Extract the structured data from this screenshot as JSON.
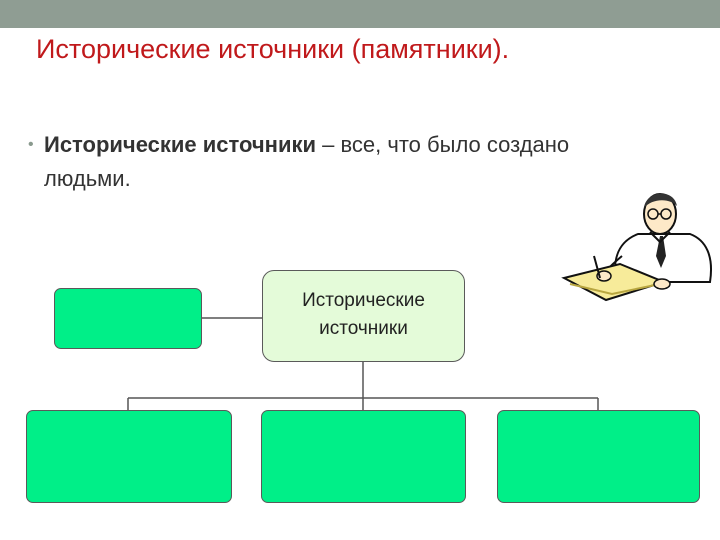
{
  "slide": {
    "title": "Исторические источники (памятники).",
    "bullet": {
      "term": "Исторические источники",
      "rest": " – все, что было создано людьми."
    }
  },
  "diagram": {
    "center_label_line1": "Исторические",
    "center_label_line2": "источники",
    "box_color": "#00ef88",
    "center_color": "#e4fbd9"
  }
}
